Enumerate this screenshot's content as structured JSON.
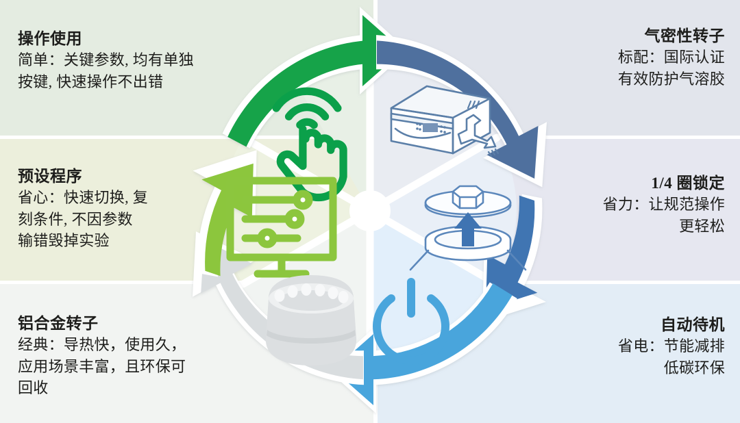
{
  "title_block": {
    "description": "Six-segment circular benefits wheel for a laboratory centrifuge"
  },
  "panels": [
    {
      "id": "operation",
      "side": "left",
      "bg": "#e4ece1"
    },
    {
      "id": "preset",
      "side": "left",
      "bg": "#ecefdc"
    },
    {
      "id": "rotor-alloy",
      "side": "left",
      "bg": "#f2f4f2"
    },
    {
      "id": "airtight",
      "side": "right",
      "bg": "#e2e5ec"
    },
    {
      "id": "quarter-turn",
      "side": "right",
      "bg": "#e6e7f0"
    },
    {
      "id": "standby",
      "side": "right",
      "bg": "#e3edf6"
    }
  ],
  "items": [
    {
      "key": "operation",
      "title": "操作使用",
      "lines": [
        "简单：关键参数, 均有单独",
        "按键, 快速操作不出错"
      ],
      "icon": "touch-gesture-icon",
      "color": "#0ba04a"
    },
    {
      "key": "preset",
      "title": "预设程序",
      "lines": [
        "省心：快速切换, 复",
        "刻条件, 不因参数",
        "输错毁掉实验"
      ],
      "icon": "monitor-sliders-icon",
      "color": "#8cc63e"
    },
    {
      "key": "rotor-alloy",
      "title": "铝合金转子",
      "lines": [
        "经典：导热快，使用久，",
        "应用场景丰富，且环保可",
        "回收"
      ],
      "icon": "rotor-icon",
      "color": "#d7dbdd"
    },
    {
      "key": "airtight",
      "title": "气密性转子",
      "lines": [
        "标配：国际认证",
        "有效防护气溶胶"
      ],
      "icon": "centrifuge-machine-icon",
      "color": "#4f6f9e"
    },
    {
      "key": "quarter-turn",
      "title": "1/4 圈锁定",
      "lines": [
        "省力：让规范操作",
        "更轻松"
      ],
      "icon": "rotor-lid-lock-icon",
      "color": "#3f74b2"
    },
    {
      "key": "standby",
      "title": "自动待机",
      "lines": [
        "省电：节能减排",
        "低碳环保"
      ],
      "icon": "power-standby-icon",
      "color": "#49a5dc"
    }
  ],
  "wheel": {
    "segments": [
      {
        "name": "arrow-green-top-left",
        "color": "#16a34a",
        "order": 1
      },
      {
        "name": "arrow-blue-dark-top-right",
        "color": "#4f6f9e",
        "order": 2
      },
      {
        "name": "arrow-blue-mid-right",
        "color": "#3f74b2",
        "order": 3
      },
      {
        "name": "arrow-blue-light-bottom",
        "color": "#49a5dc",
        "order": 4
      },
      {
        "name": "arrow-grey-bottom-left",
        "color": "#d9dddf",
        "order": 5
      },
      {
        "name": "arrow-lightgreen-left",
        "color": "#8cc63e",
        "order": 6
      }
    ],
    "wedges": [
      {
        "name": "wedge-operation",
        "fill": "#e9f1e8"
      },
      {
        "name": "wedge-airtight",
        "fill": "#e9ecf1"
      },
      {
        "name": "wedge-quarter-turn",
        "fill": "#eaeff6"
      },
      {
        "name": "wedge-standby",
        "fill": "#e4f0fa"
      },
      {
        "name": "wedge-rotor-alloy",
        "fill": "#f2f5f3"
      },
      {
        "name": "wedge-preset",
        "fill": "#eff2e2"
      }
    ],
    "hub_color": "#ffffff"
  }
}
